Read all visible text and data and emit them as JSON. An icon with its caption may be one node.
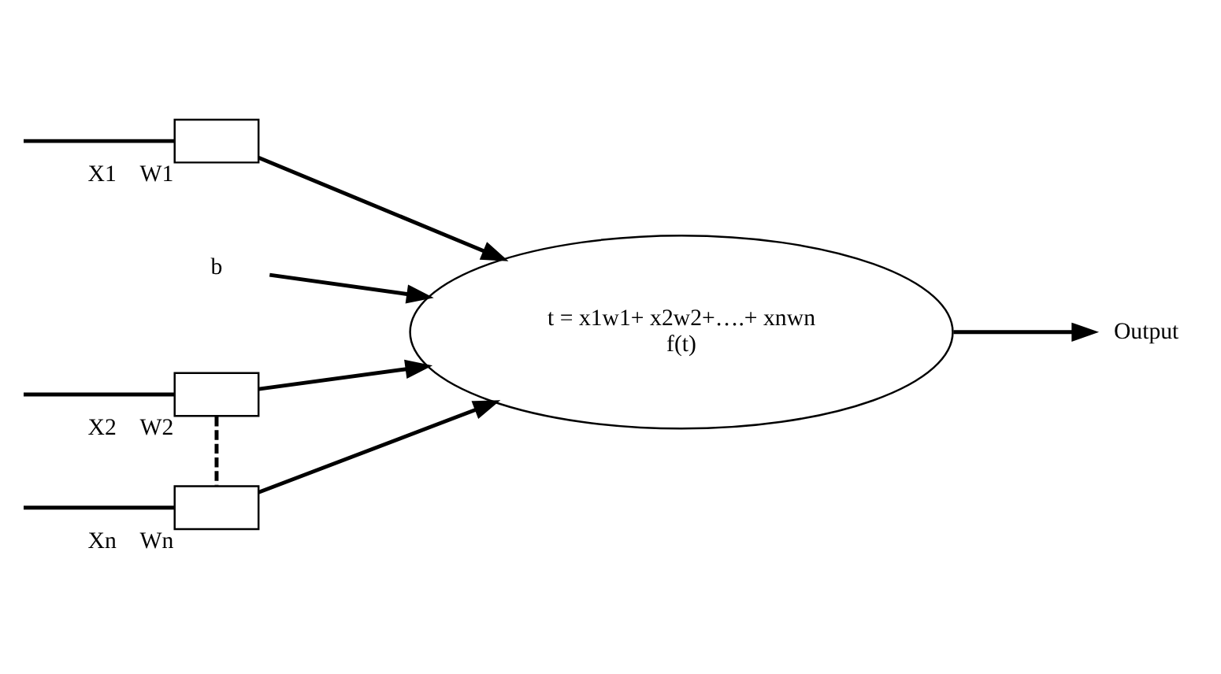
{
  "diagram": {
    "nodes": [
      {
        "text": [],
        "shape": "box",
        "beside": [
          "X1",
          "W1"
        ]
      },
      {
        "text": [],
        "shape": "box",
        "beside": [
          "X2",
          "W2"
        ]
      },
      {
        "text": [],
        "shape": "box",
        "beside": [
          "Xn",
          "Wn"
        ]
      },
      {
        "text": [
          "b"
        ]
      },
      {
        "text": [
          "t = x1w1+ x2w2+….+ xnwn",
          "f(t)"
        ]
      },
      {
        "text": [
          "Output"
        ]
      }
    ],
    "edges": [
      {
        "from": null,
        "to": 0,
        "arrow": "none"
      },
      {
        "from": null,
        "to": 1,
        "arrow": "none"
      },
      {
        "from": null,
        "to": 2,
        "arrow": "none"
      },
      {
        "from": 1,
        "to": 2,
        "arrow": "none",
        "style": "dashed"
      },
      {
        "from": 0,
        "to": 4,
        "arrow": "to"
      },
      {
        "from": 1,
        "to": 4,
        "arrow": "to"
      },
      {
        "from": 2,
        "to": 4,
        "arrow": "to"
      },
      {
        "from": 3,
        "to": 4,
        "arrow": "to"
      },
      {
        "from": 4,
        "to": 5,
        "arrow": "to"
      }
    ]
  }
}
